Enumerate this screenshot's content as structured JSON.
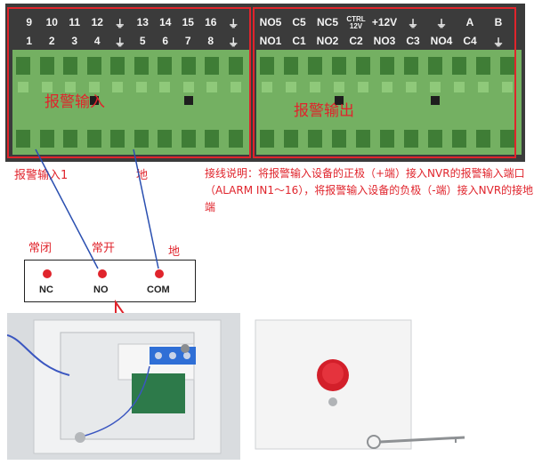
{
  "terminal": {
    "input_top_labels": [
      "9",
      "10",
      "11",
      "12",
      "⏚",
      "13",
      "14",
      "15",
      "16",
      "⏚"
    ],
    "input_bottom_labels": [
      "1",
      "2",
      "3",
      "4",
      "⏚",
      "5",
      "6",
      "7",
      "8",
      "⏚"
    ],
    "output_top_labels": [
      "NO5",
      "C5",
      "NC5",
      "CTRL 12V",
      "+12V",
      "⏚",
      "⏚",
      "A",
      "B"
    ],
    "output_bottom_labels": [
      "NO1",
      "C1",
      "NO2",
      "C2",
      "NO3",
      "C3",
      "NO4",
      "C4",
      "⏚"
    ],
    "input_section_label": "报警输入",
    "output_section_label": "报警输出"
  },
  "annotations": {
    "alarm_input_1": "报警输入1",
    "ground": "地",
    "note": "接线说明：将报警输入设备的正极（+端）接入NVR的报警输入端口（ALARM IN1～16），将报警输入设备的负极（-端）接入NVR的接地端"
  },
  "contacts": {
    "nc_title": "常闭",
    "no_title": "常开",
    "com_title": "地",
    "nc_label": "NC",
    "no_label": "NO",
    "com_label": "COM"
  },
  "colors": {
    "annotation": "#e0242c",
    "terminal_green": "#74b062",
    "terminal_panel": "#3b3b3b",
    "wire": "#2a4fb0"
  },
  "icons": [
    "ground-icon",
    "emergency-button-icon",
    "key-icon"
  ]
}
